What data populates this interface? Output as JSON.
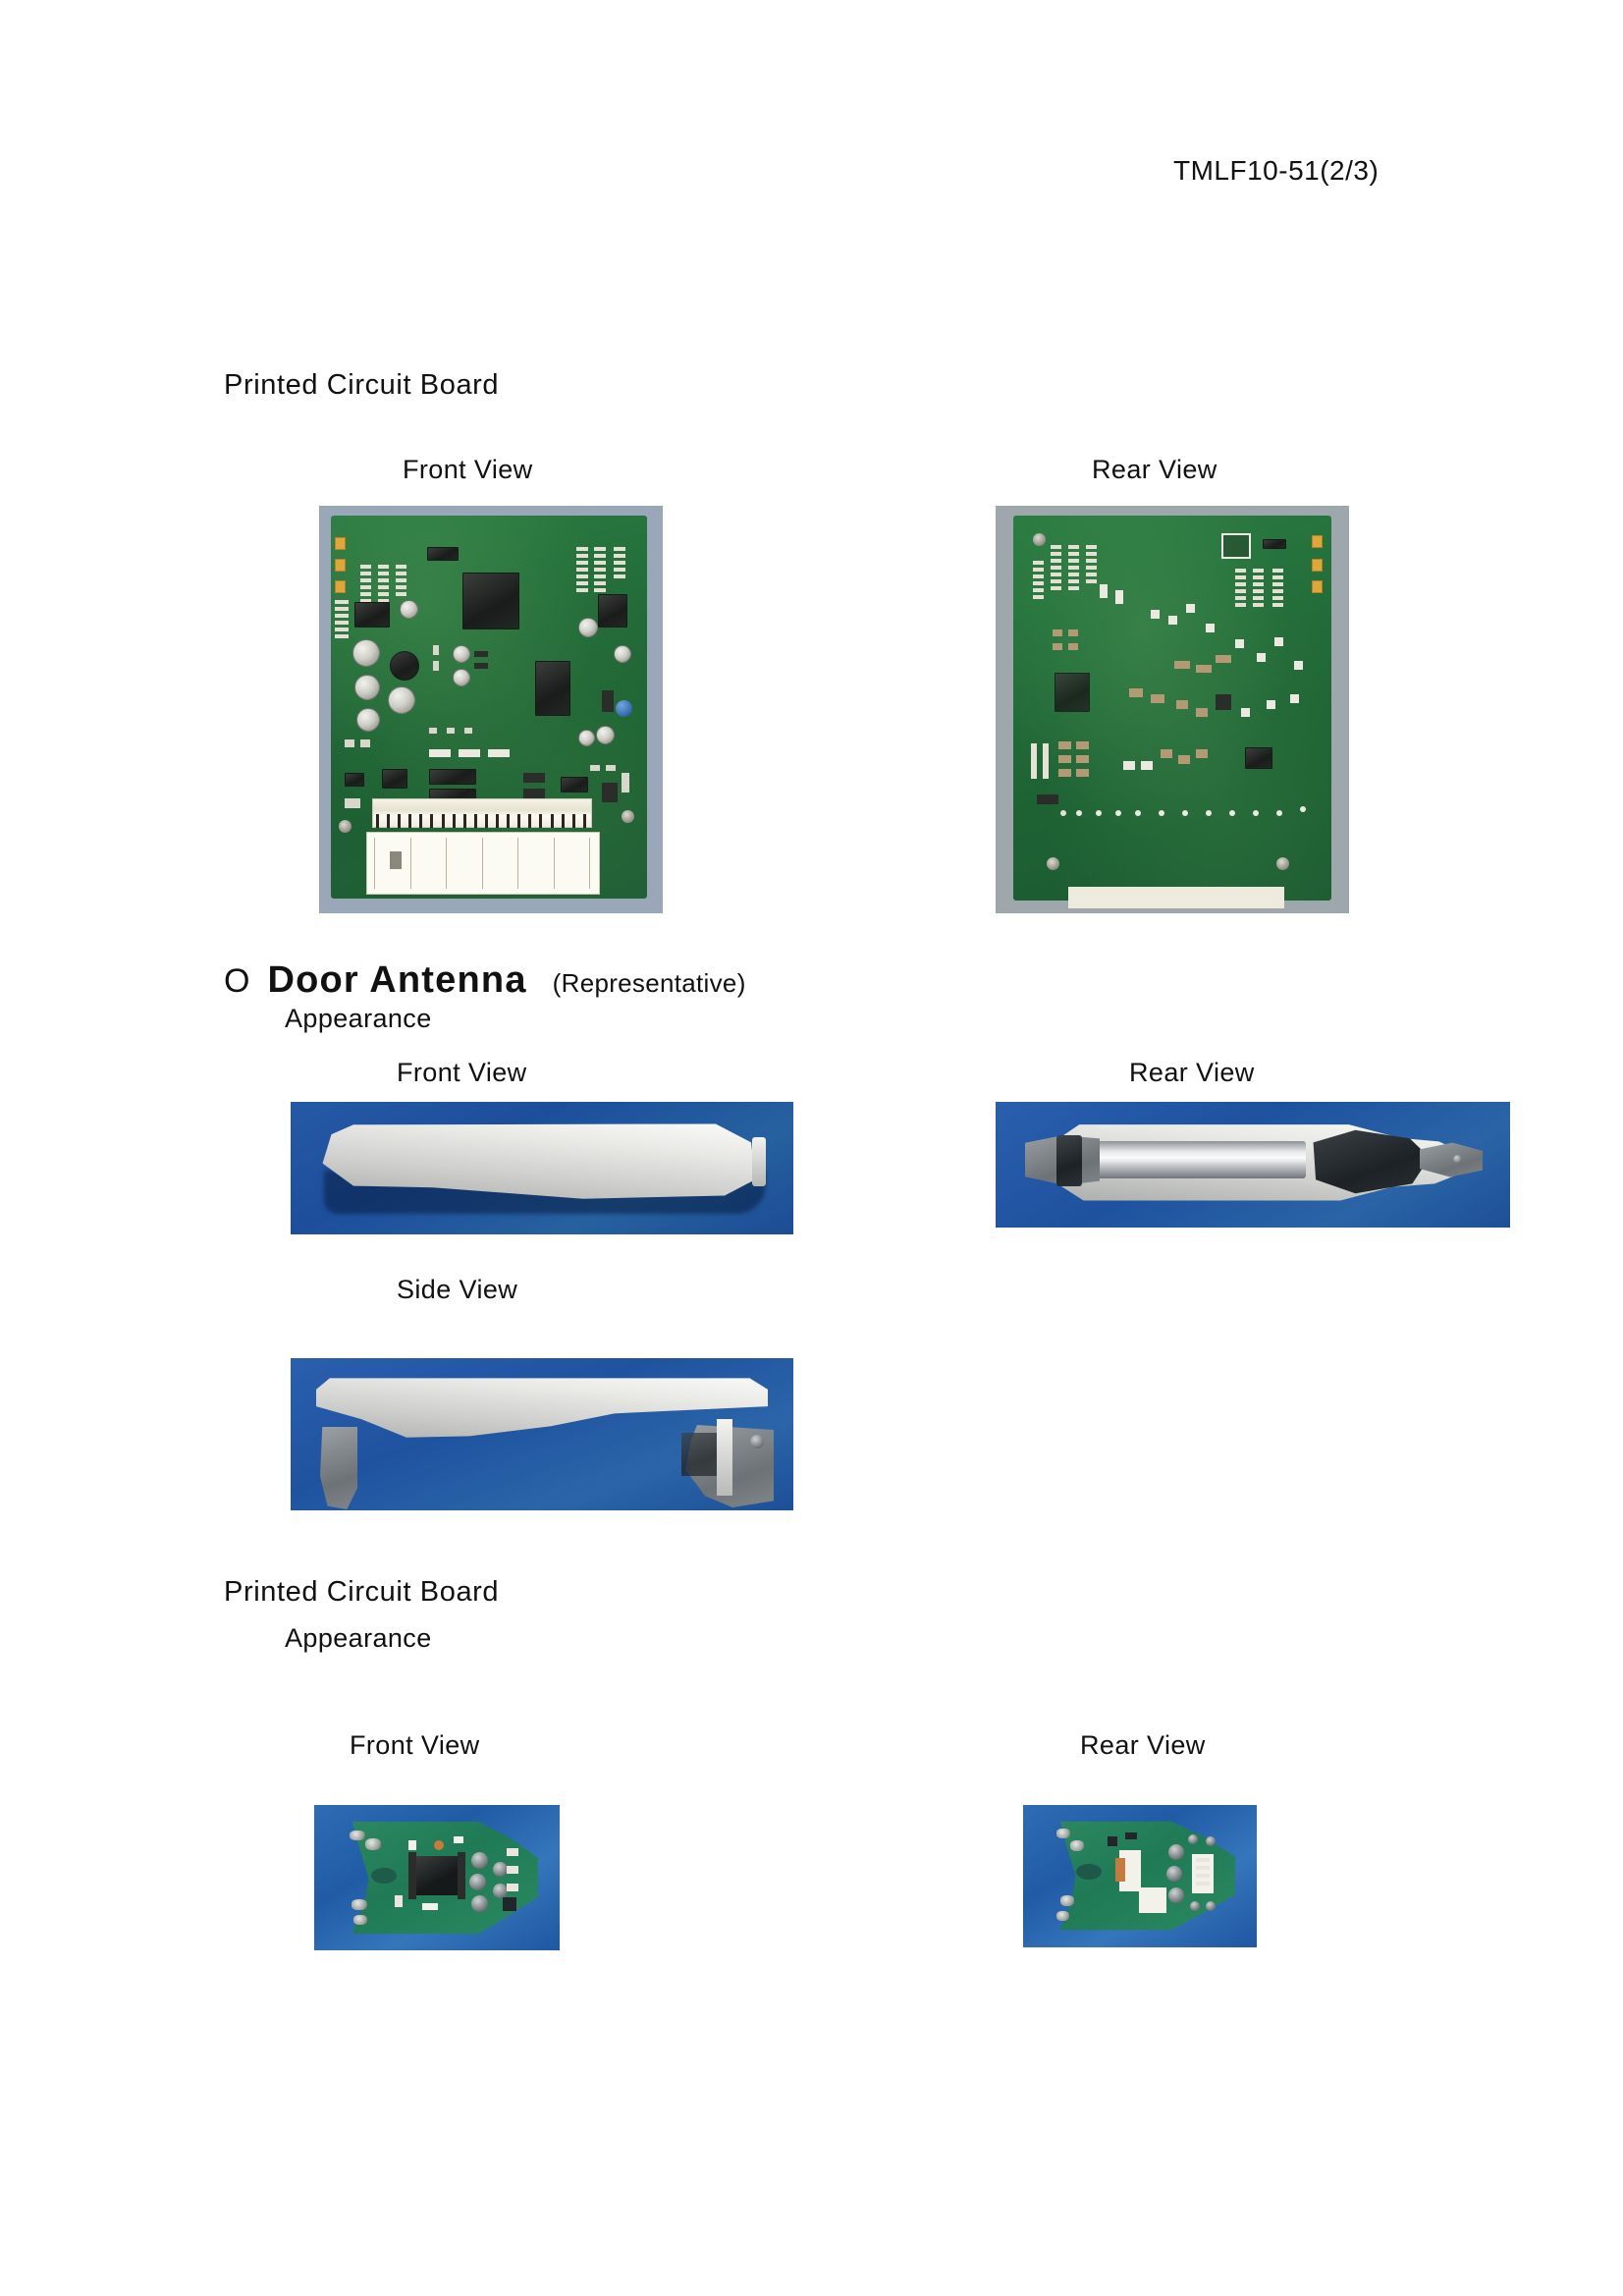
{
  "document": {
    "code": "TMLF10-51(2/3)",
    "page_background": "#ffffff"
  },
  "sections": [
    {
      "id": "ecu-pcb",
      "title": "Printed Circuit Board",
      "views": [
        {
          "label": "Front View",
          "subject": "ecu-board-front"
        },
        {
          "label": "Rear View",
          "subject": "ecu-board-rear"
        }
      ]
    },
    {
      "id": "door-antenna",
      "bullet": "O",
      "title": "Door Antenna",
      "note": "(Representative)",
      "subtitle": "Appearance",
      "views": [
        {
          "label": "Front View",
          "subject": "handle-front"
        },
        {
          "label": "Rear View",
          "subject": "handle-rear"
        },
        {
          "label": "Side View",
          "subject": "handle-side"
        }
      ]
    },
    {
      "id": "antenna-pcb",
      "title": "Printed Circuit Board",
      "subtitle": "Appearance",
      "views": [
        {
          "label": "Front View",
          "subject": "antenna-board-front"
        },
        {
          "label": "Rear View",
          "subject": "antenna-board-rear"
        }
      ]
    }
  ],
  "colors": {
    "pcb_green": "#1f6b38",
    "photo_blue": "#215ba6",
    "photo_gray": "#9aa7b8",
    "antenna_pcb_green": "#2e8a63",
    "text": "#111111"
  }
}
